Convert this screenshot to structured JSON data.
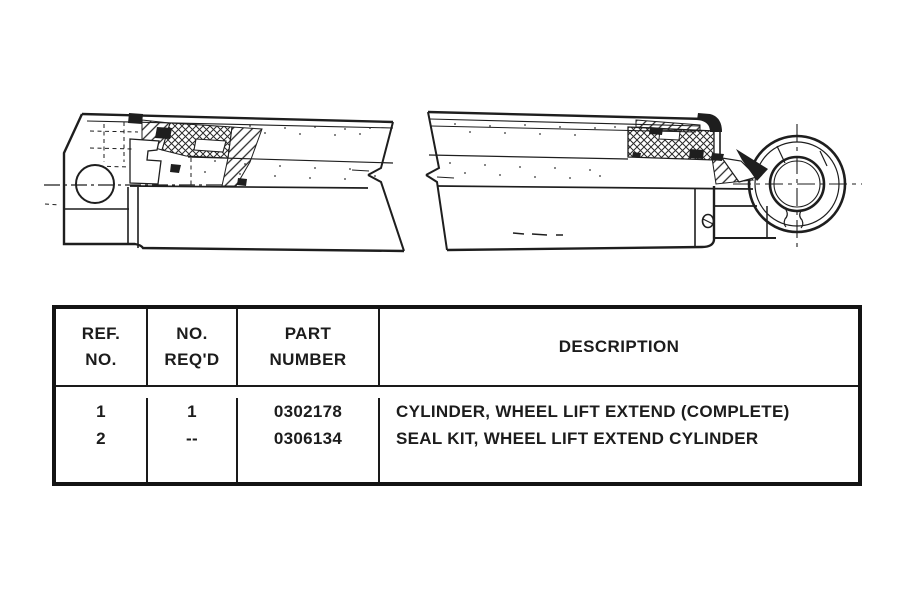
{
  "document": {
    "kind": "parts-catalog-page",
    "diagram_subject": "WHEEL LIFT EXTEND CYLINDER (cutaway technical drawing, two broken sections with eye mount)"
  },
  "colors": {
    "ink": "#1e1e1e",
    "paper": "#ffffff",
    "table_border": "#141414"
  },
  "table": {
    "headers": [
      {
        "line1": "REF.",
        "line2": "NO."
      },
      {
        "line1": "NO.",
        "line2": "REQ'D"
      },
      {
        "line1": "PART",
        "line2": "NUMBER"
      },
      {
        "line1": "DESCRIPTION",
        "line2": ""
      }
    ],
    "rows": [
      {
        "ref_no": "1",
        "no_reqd": "1",
        "part_number": "0302178",
        "description": "CYLINDER, WHEEL LIFT EXTEND (COMPLETE)"
      },
      {
        "ref_no": "2",
        "no_reqd": "--",
        "part_number": "0306134",
        "description": "SEAL KIT, WHEEL LIFT EXTEND CYLINDER"
      }
    ]
  }
}
